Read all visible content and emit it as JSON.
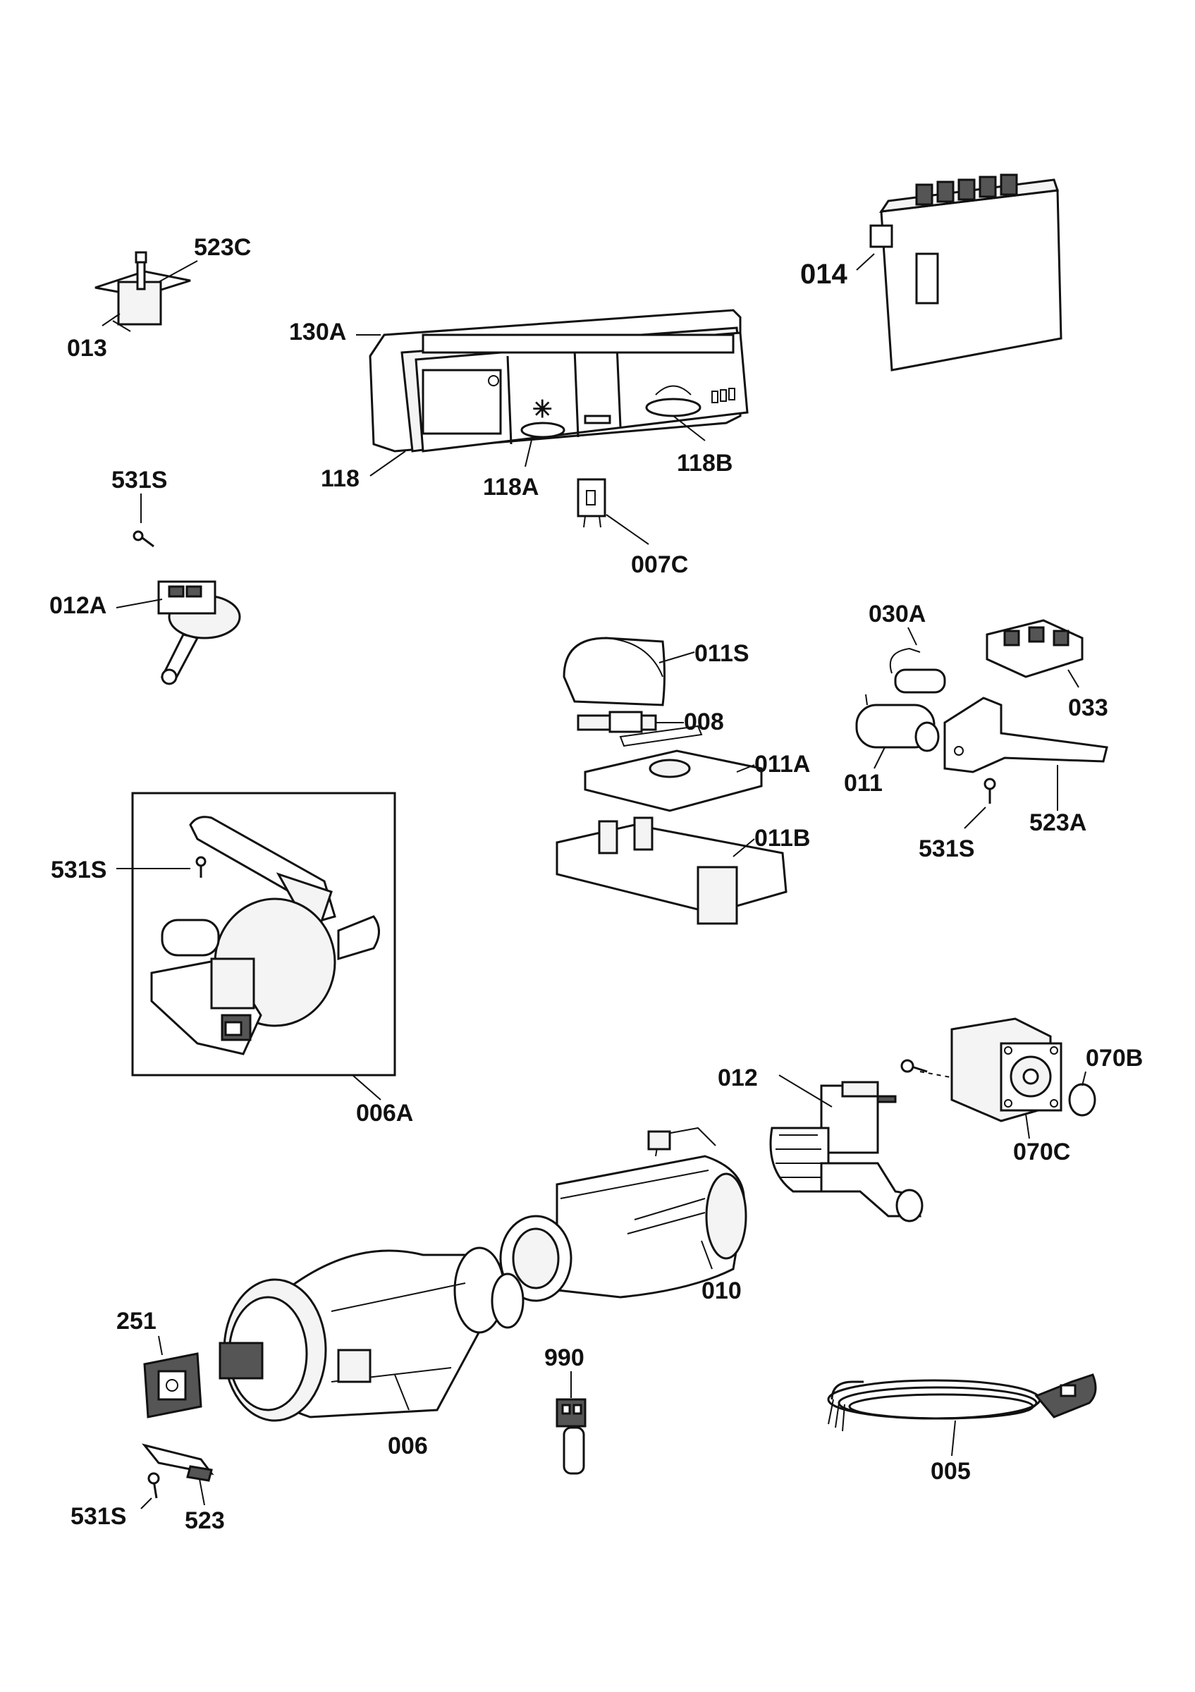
{
  "diagram": {
    "labels": [
      {
        "id": "523C",
        "text": "523C"
      },
      {
        "id": "013",
        "text": "013"
      },
      {
        "id": "130A",
        "text": "130A"
      },
      {
        "id": "118",
        "text": "118"
      },
      {
        "id": "118A",
        "text": "118A"
      },
      {
        "id": "118B",
        "text": "118B"
      },
      {
        "id": "014",
        "text": "014"
      },
      {
        "id": "531S_a",
        "text": "531S"
      },
      {
        "id": "012A",
        "text": "012A"
      },
      {
        "id": "007C",
        "text": "007C"
      },
      {
        "id": "011S",
        "text": "011S"
      },
      {
        "id": "008",
        "text": "008"
      },
      {
        "id": "011A",
        "text": "011A"
      },
      {
        "id": "011B",
        "text": "011B"
      },
      {
        "id": "030A",
        "text": "030A"
      },
      {
        "id": "033",
        "text": "033"
      },
      {
        "id": "011",
        "text": "011"
      },
      {
        "id": "523A",
        "text": "523A"
      },
      {
        "id": "531S_b",
        "text": "531S"
      },
      {
        "id": "531S_c",
        "text": "531S"
      },
      {
        "id": "006A",
        "text": "006A"
      },
      {
        "id": "012",
        "text": "012"
      },
      {
        "id": "070B",
        "text": "070B"
      },
      {
        "id": "070C",
        "text": "070C"
      },
      {
        "id": "010",
        "text": "010"
      },
      {
        "id": "251",
        "text": "251"
      },
      {
        "id": "990",
        "text": "990"
      },
      {
        "id": "006",
        "text": "006"
      },
      {
        "id": "005",
        "text": "005"
      },
      {
        "id": "531S_d",
        "text": "531S"
      },
      {
        "id": "523",
        "text": "523"
      }
    ]
  }
}
